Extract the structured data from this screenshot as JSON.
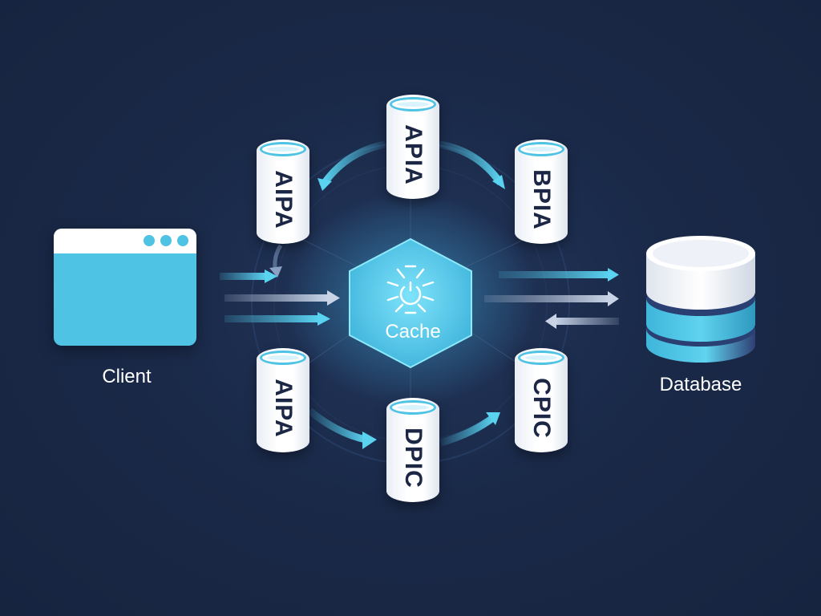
{
  "client": {
    "label": "Client"
  },
  "cache": {
    "label": "Cache"
  },
  "database": {
    "label": "Database"
  },
  "services": [
    {
      "id": "top",
      "label": "APIA"
    },
    {
      "id": "upper-left",
      "label": "AIPA"
    },
    {
      "id": "upper-right",
      "label": "BPIA"
    },
    {
      "id": "lower-left",
      "label": "AIPA"
    },
    {
      "id": "bottom",
      "label": "DPIC"
    },
    {
      "id": "lower-right",
      "label": "CPIC"
    }
  ],
  "colors": {
    "background": "#1a2948",
    "accent": "#4fc3e4",
    "cylinder": "#ffffff",
    "text_dark": "#1b2744",
    "arrow_light": "#b8c6dc"
  }
}
